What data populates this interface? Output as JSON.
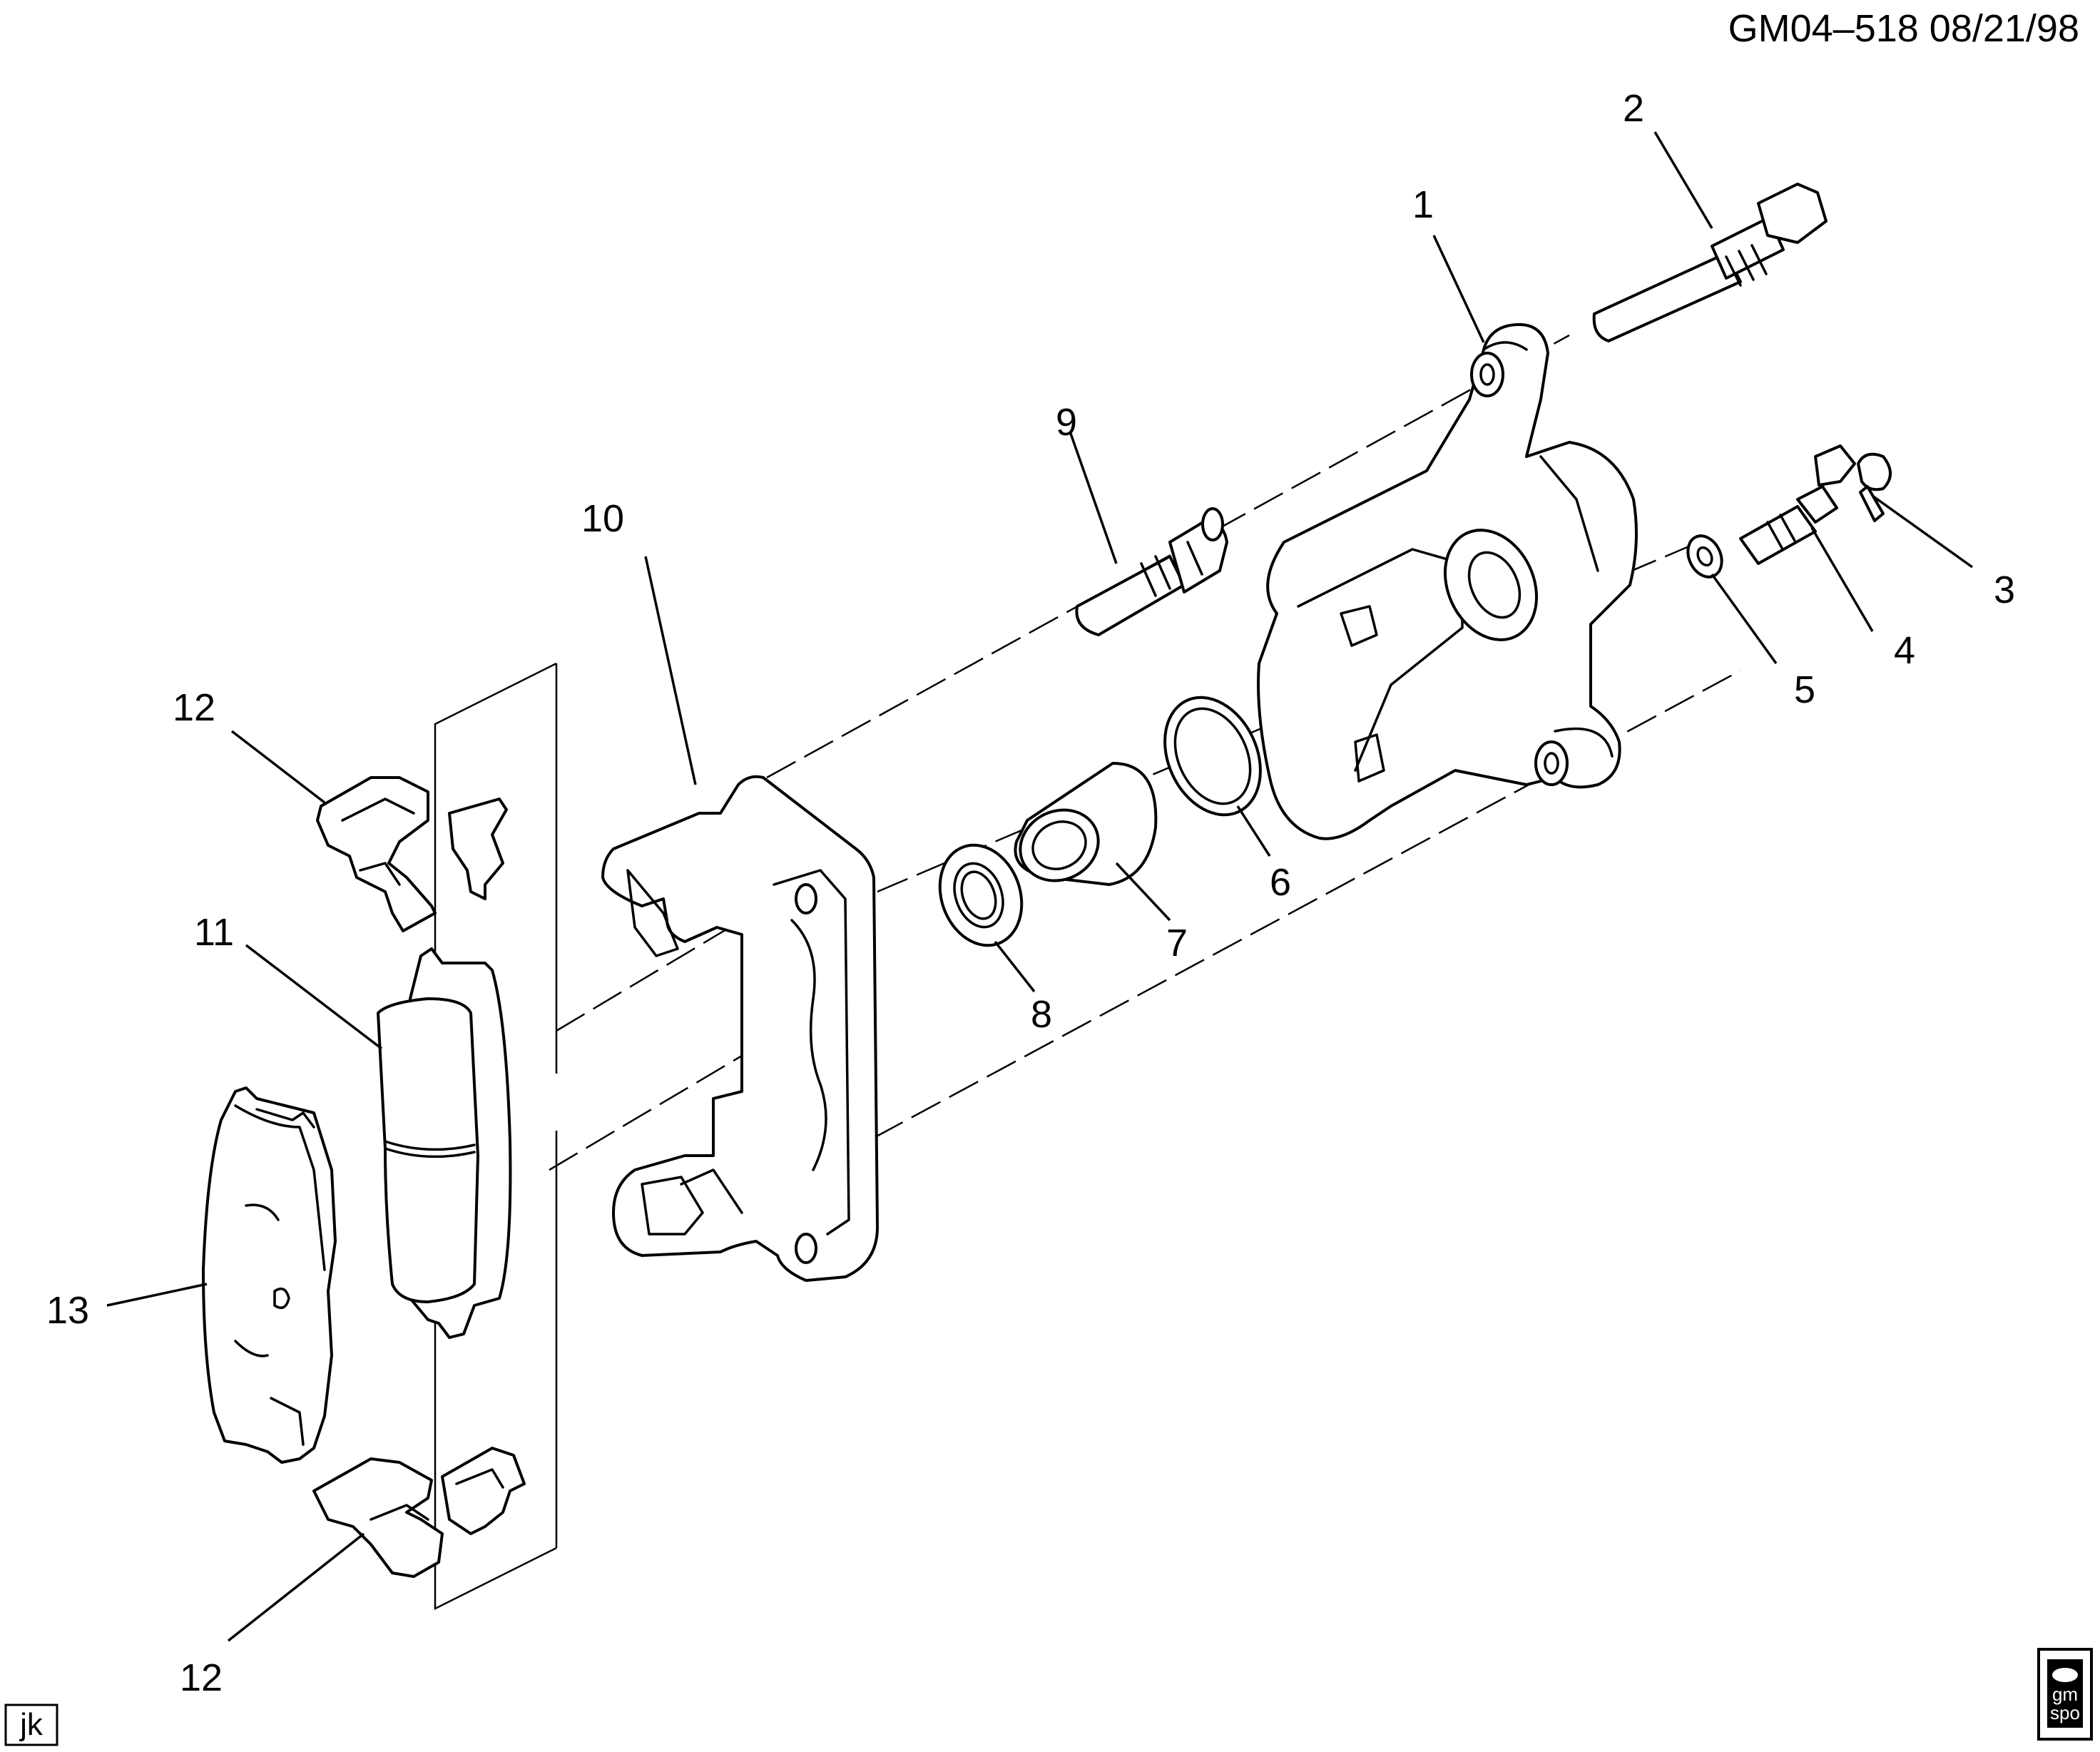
{
  "drawing_id": "GM04–518  08/21/98",
  "artist_initials": "jk",
  "logo": {
    "line1": "gm",
    "line2": "spo"
  },
  "callouts": [
    {
      "id": "c1",
      "text": "1"
    },
    {
      "id": "c2",
      "text": "2"
    },
    {
      "id": "c3",
      "text": "3"
    },
    {
      "id": "c4",
      "text": "4"
    },
    {
      "id": "c5",
      "text": "5"
    },
    {
      "id": "c6",
      "text": "6"
    },
    {
      "id": "c7",
      "text": "7"
    },
    {
      "id": "c8",
      "text": "8"
    },
    {
      "id": "c9",
      "text": "9"
    },
    {
      "id": "c10",
      "text": "10"
    },
    {
      "id": "c11",
      "text": "11"
    },
    {
      "id": "c12a",
      "text": "12"
    },
    {
      "id": "c12b",
      "text": "12"
    },
    {
      "id": "c13",
      "text": "13"
    }
  ]
}
